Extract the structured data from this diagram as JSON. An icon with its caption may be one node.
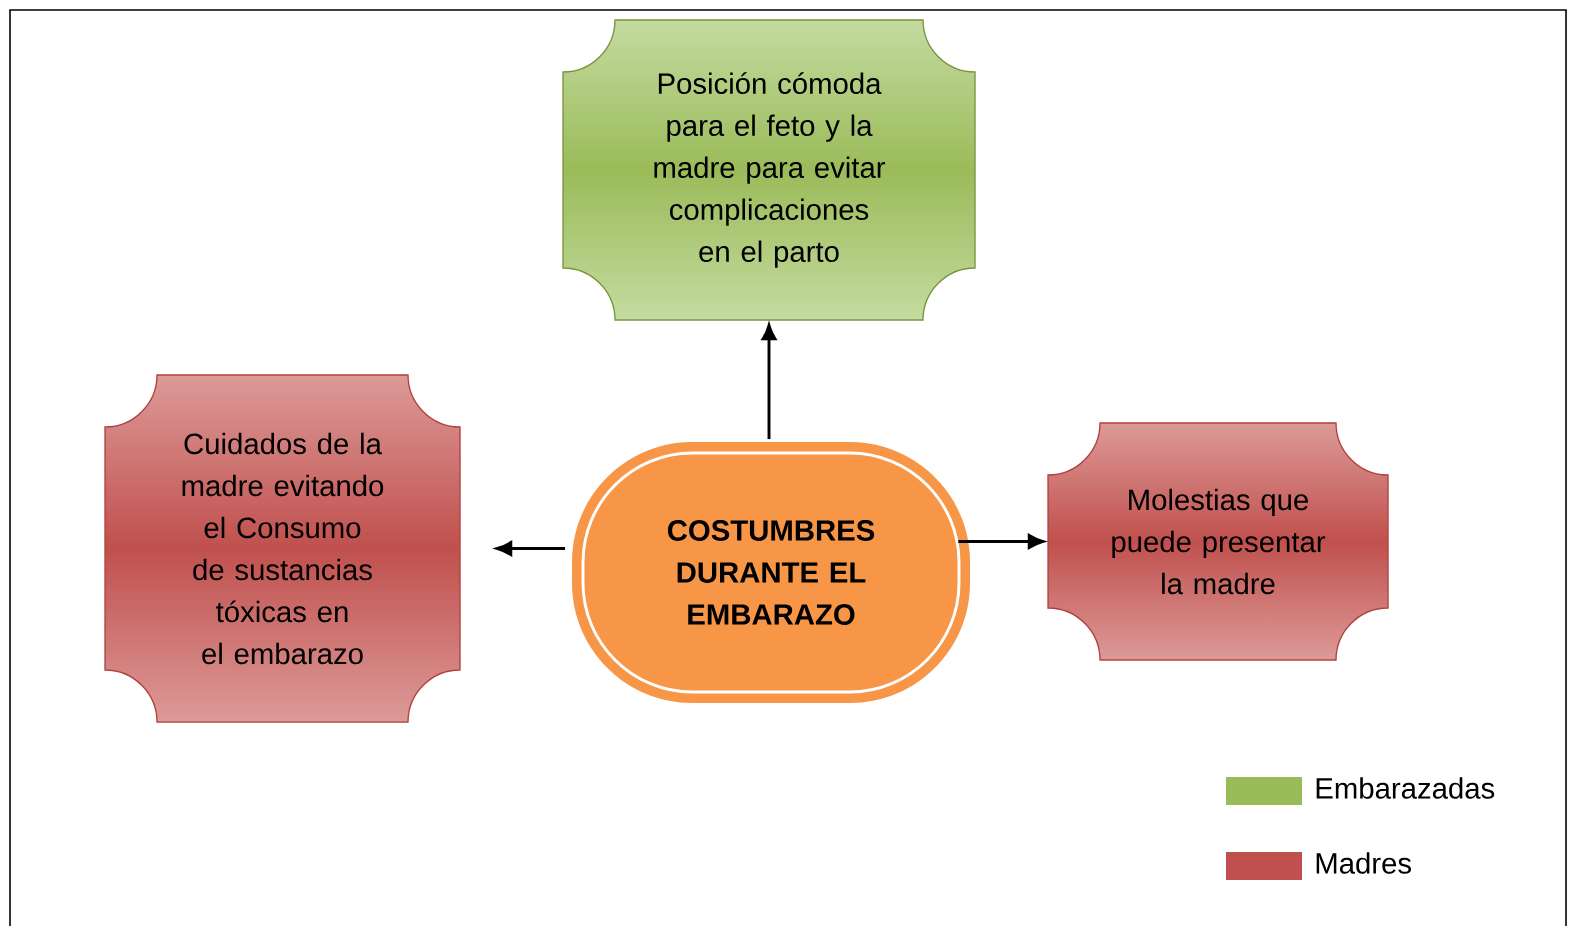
{
  "diagram": {
    "nodes": [
      {
        "text": [
          "COSTUMBRES DURANTE EL EMBARAZO"
        ]
      },
      {
        "text": [
          "Posición cómoda para el feto y la madre para evitar complicaciones en el parto"
        ]
      },
      {
        "text": [
          "Cuidados de la madre evitando el Consumo de sustancias tóxicas en el embarazo"
        ]
      },
      {
        "text": [
          "Molestias que puede presentar la madre"
        ]
      }
    ],
    "edges": [
      {
        "from": 0,
        "to": 1,
        "arrow": "to"
      },
      {
        "from": 0,
        "to": 2,
        "arrow": "to"
      },
      {
        "from": 0,
        "to": 3,
        "arrow": "to"
      }
    ],
    "legend": [
      {
        "text": "Embarazadas",
        "color": "#9bbb59"
      },
      {
        "text": "Madres",
        "color": "#c0504d"
      }
    ]
  }
}
